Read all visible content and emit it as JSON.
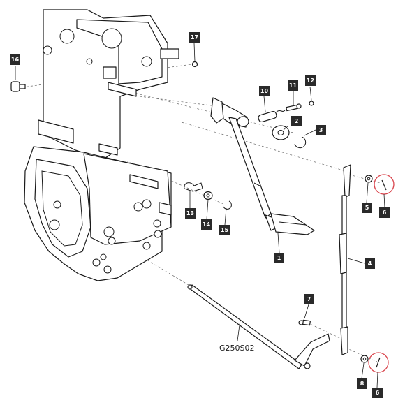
{
  "diagram": {
    "drawing_code": "G250S02",
    "callouts": [
      "1",
      "2",
      "3",
      "4",
      "5",
      "6",
      "7",
      "8",
      "6",
      "10",
      "11",
      "12",
      "13",
      "14",
      "15",
      "16",
      "17"
    ],
    "colors": {
      "line": "#1a1a1a",
      "callout_bg": "#2a2a2a",
      "callout_text": "#ffffff",
      "highlight_circle": "#d9434b"
    }
  }
}
